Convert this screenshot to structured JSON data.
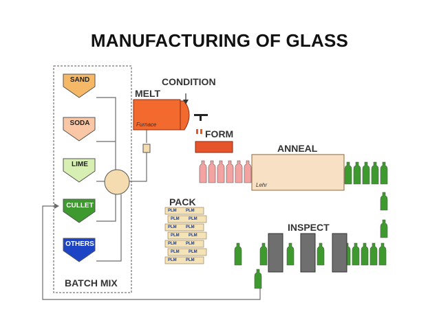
{
  "title": "MANUFACTURING OF GLASS",
  "batch": {
    "label": "BATCH MIX",
    "hoppers": [
      {
        "name": "SAND",
        "color": "#f5b866"
      },
      {
        "name": "SODA",
        "color": "#f9c7a6"
      },
      {
        "name": "LIME",
        "color": "#d8efb4"
      },
      {
        "name": "CULLET",
        "color": "#3e9a2f"
      },
      {
        "name": "OTHERS",
        "color": "#1c44c4"
      }
    ]
  },
  "stages": {
    "melt": "MELT",
    "condition": "CONDITION",
    "form": "FORM",
    "anneal": "ANNEAL",
    "inspect": "INSPECT",
    "pack": "PACK"
  },
  "labels": {
    "furnace": "Furnace",
    "lehr": "Lehr",
    "pack_box": "PLM"
  },
  "colors": {
    "furnace": "#f26a2e",
    "form_bar": "#e5542a",
    "lehr": "#f7e0c4",
    "hot_bottle": "#f4a3a3",
    "green_bottle": "#3e9a2f",
    "inspector": "#6f6f6f",
    "line": "#6b6b6b"
  }
}
